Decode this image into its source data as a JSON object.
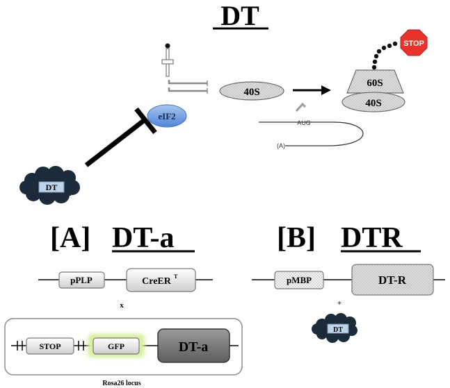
{
  "title": "DT",
  "mechanism": {
    "eif2_label": "eIF2",
    "subunit_40s_label": "40S",
    "subunit_60s_label": "60S",
    "stop_label": "STOP",
    "aug_label": "AUG",
    "polya_label": "(A)",
    "toxin_label": "DT"
  },
  "panel_a": {
    "tag": "[A]",
    "name": "DT-a",
    "promoter_label": "pPLP",
    "gene_label": "CreER",
    "gene_superscript": "T",
    "cross_symbol": "x",
    "stop_label": "STOP",
    "gfp_label": "GFP",
    "dta_label": "DT-a",
    "locus_label": "Rosa26 locus"
  },
  "panel_b": {
    "tag": "[B]",
    "name": "DTR",
    "promoter_label": "pMBP",
    "receptor_label": "DT-R",
    "plus_symbol": "+",
    "toxin_label": "DT"
  },
  "colors": {
    "eif2_fill": "#6f9fe0",
    "stop_fill": "#e8342c",
    "gfp_glow": "#d9efa0",
    "ribosome_fill": "#a8a8a8",
    "dta_fill": "#707070"
  }
}
